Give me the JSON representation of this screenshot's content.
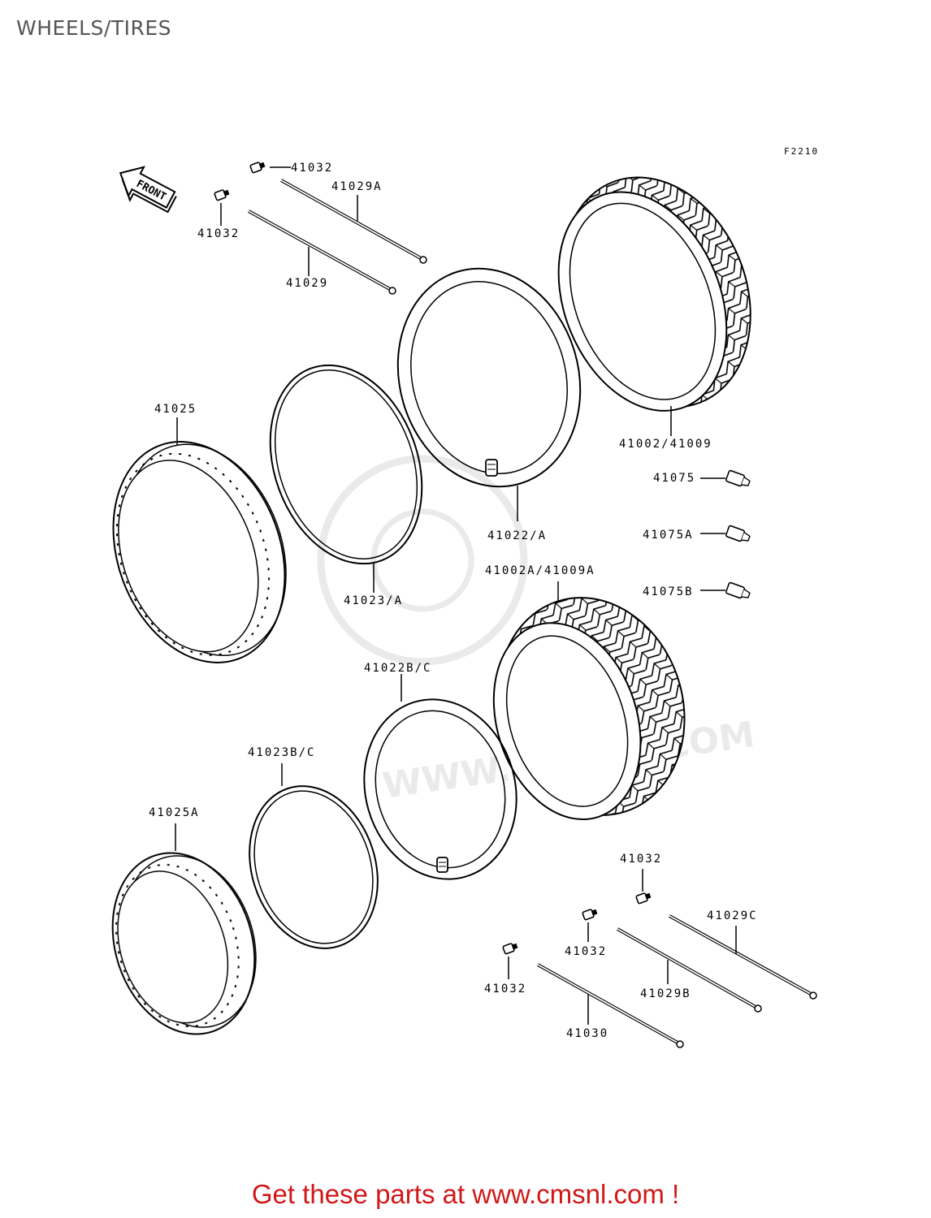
{
  "page": {
    "title": "WHEELS/TIRES",
    "footer": "Get these parts at www.cmsnl.com !"
  },
  "diagram": {
    "figure_code": "F2210",
    "front_label": "FRONT",
    "watermark": "WWW.CMSNL.COM",
    "parts": {
      "p41032_a": "41032",
      "p41029a": "41029A",
      "p41032_b": "41032",
      "p41029": "41029",
      "p41025": "41025",
      "p41002_41009": "41002/41009",
      "p41075": "41075",
      "p41022_a": "41022/A",
      "p41075a": "41075A",
      "p41023_a": "41023/A",
      "p41002a_41009a": "41002A/41009A",
      "p41075b": "41075B",
      "p41022b_c": "41022B/C",
      "p41023b_c": "41023B/C",
      "p41025a": "41025A",
      "p41032_c": "41032",
      "p41029c": "41029C",
      "p41032_d": "41032",
      "p41029b": "41029B",
      "p41032_e": "41032",
      "p41030": "41030"
    }
  }
}
